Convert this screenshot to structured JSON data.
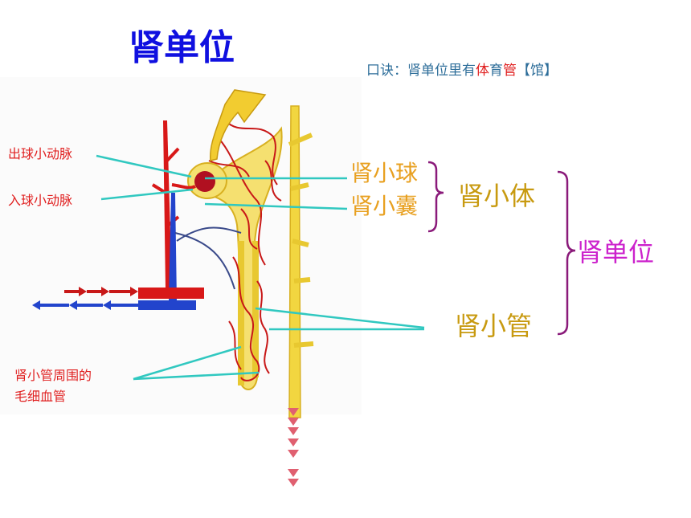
{
  "title": "肾单位",
  "mnemonic": {
    "prefix": "口诀：",
    "part1": "肾单位里有",
    "part2": "体",
    "part3": "育",
    "part4": "管",
    "part5": "【馆】"
  },
  "labels": {
    "efferent_arteriole": "出球小动脉",
    "afferent_arteriole": "入球小动脉",
    "peritubular_line1": "肾小管周围的",
    "peritubular_line2": "毛细血管",
    "glomerulus": "肾小球",
    "bowman_capsule": "肾小囊",
    "renal_corpuscle": "肾小体",
    "renal_tubule": "肾小管",
    "nephron": "肾单位"
  },
  "colors": {
    "title": "#1010e0",
    "mnemonic_text": "#2e6e9a",
    "mnemonic_red": "#e02020",
    "label_red": "#e02020",
    "orange_label": "#e8a020",
    "gold_label": "#c89a10",
    "magenta": "#cc22cc",
    "brace_purple": "#8a1a7a",
    "pointer_line": "#30c8c0"
  }
}
